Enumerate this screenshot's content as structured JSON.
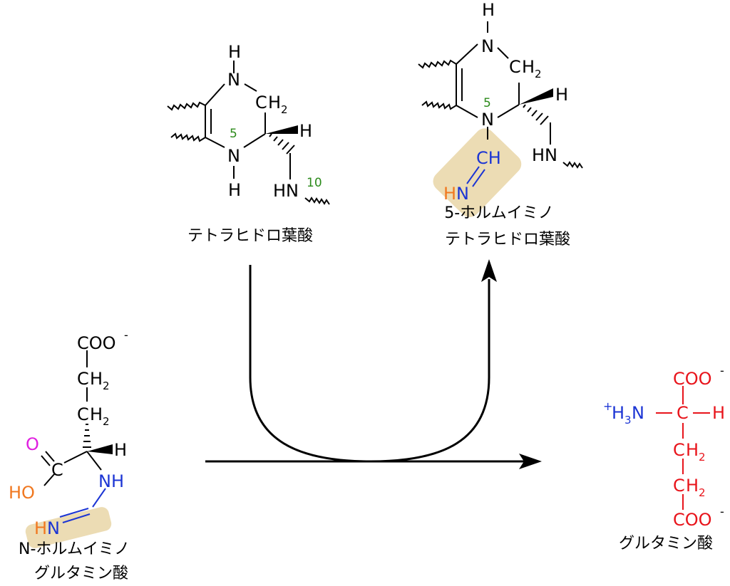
{
  "colors": {
    "black": "#000000",
    "red": "#e8141b",
    "blue": "#1c35d4",
    "green": "#2b8a1a",
    "orange": "#f07820",
    "magenta": "#e020e0",
    "highlight": "#ecdcb4"
  },
  "thf": {
    "atom_N": "N",
    "atom_H": "H",
    "atom_C": "C",
    "sub_2": "2",
    "label_5": "5",
    "label_NH": "HN",
    "label_10": "10",
    "name": "テトラヒドロ葉酸"
  },
  "fithf": {
    "atom_N": "N",
    "atom_H": "H",
    "atom_C": "C",
    "sub_2": "2",
    "label_5": "5",
    "label_NH": "HN",
    "ch": "CH",
    "h_orange": "H",
    "n_blue": "N",
    "name_line1": "5-ホルムイミノ",
    "name_line2": "テトラヒドロ葉酸"
  },
  "figlu": {
    "coo": "COO",
    "minus": "-",
    "c": "C",
    "h": "H",
    "sub_2": "2",
    "o_magenta": "O",
    "ho_orange": "HO",
    "nh_blue": "NH",
    "h_orange": "H",
    "n_blue": "N",
    "name_line1": "N-ホルムイミノ",
    "name_line2": "グルタミン酸"
  },
  "glu": {
    "coo": "COO",
    "minus": "-",
    "plus": "+",
    "h3n_h": "H",
    "sub_3": "3",
    "h3n_n": "N",
    "c": "C",
    "h": "H",
    "sub_2": "2",
    "name": "グルタミン酸"
  }
}
